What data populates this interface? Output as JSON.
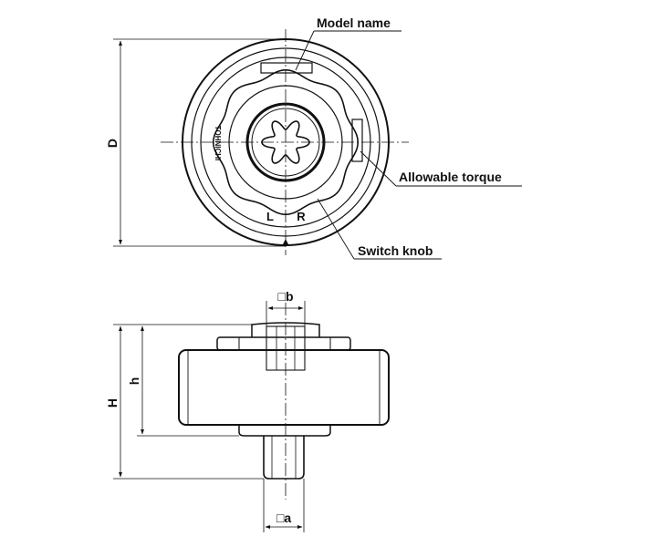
{
  "callouts": {
    "model_name": "Model name",
    "allowable_torque": "Allowable torque",
    "switch_knob": "Switch knob"
  },
  "front_view": {
    "brand_text": "TOHNICHI",
    "switch_left": "L",
    "switch_right": "R",
    "dim_diameter": "D"
  },
  "side_view": {
    "dim_total_height": "H",
    "dim_body_height": "h",
    "dim_drive_square": "□b",
    "dim_output_square": "□a"
  }
}
